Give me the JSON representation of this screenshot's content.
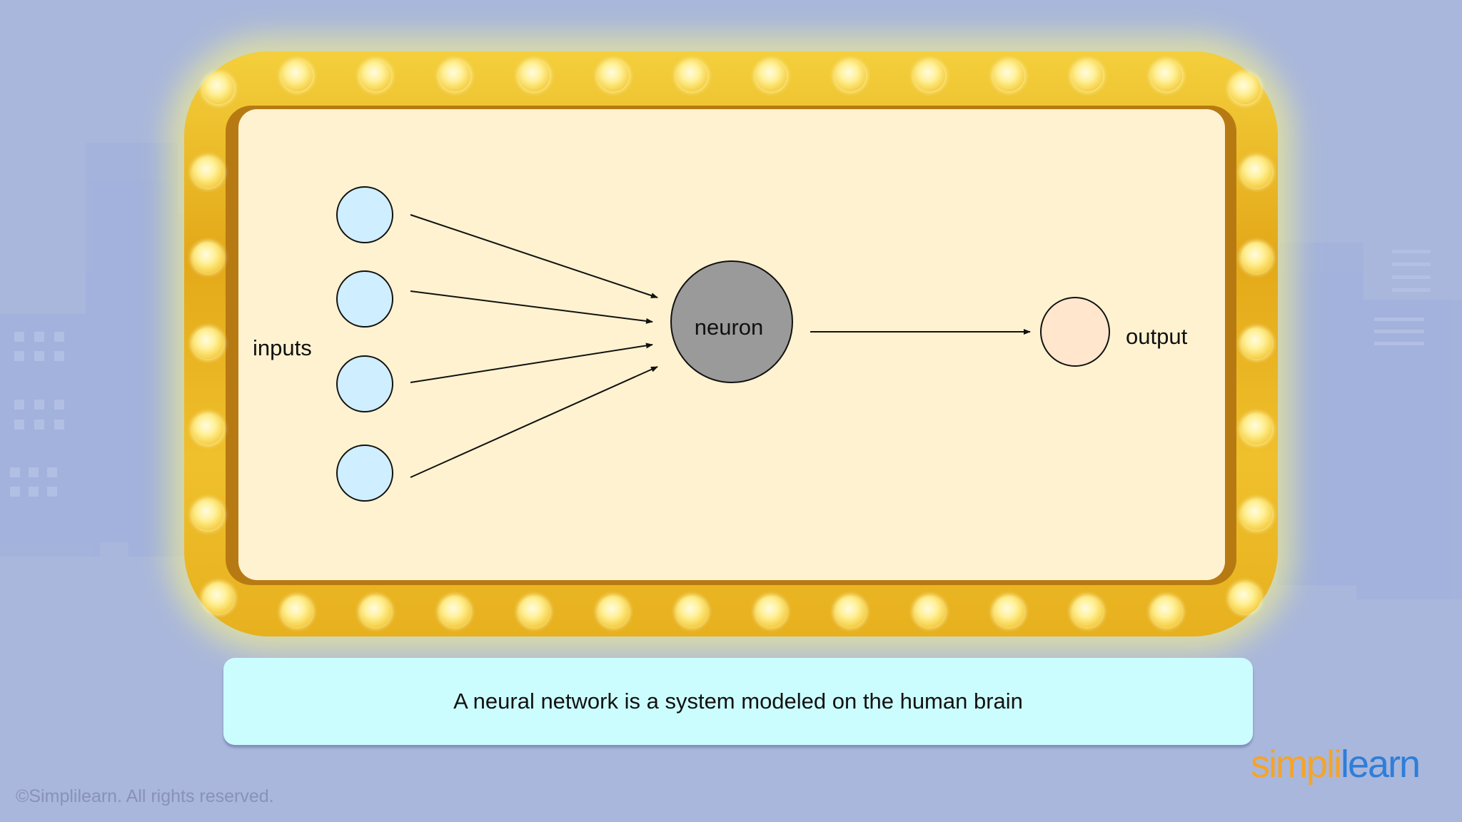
{
  "diagram": {
    "labels": {
      "inputs": "inputs",
      "neuron": "neuron",
      "output": "output"
    },
    "colors": {
      "input_node": "#cfeeff",
      "neuron_node": "#9a9a9a",
      "output_node": "#ffe6cc",
      "panel": "#fff2d0",
      "frame": "#e9b422"
    }
  },
  "caption": "A neural network is a system modeled on the human brain",
  "brand": {
    "logo_part1": "simpli",
    "logo_part2": "learn",
    "copyright": "©Simplilearn. All rights reserved."
  }
}
